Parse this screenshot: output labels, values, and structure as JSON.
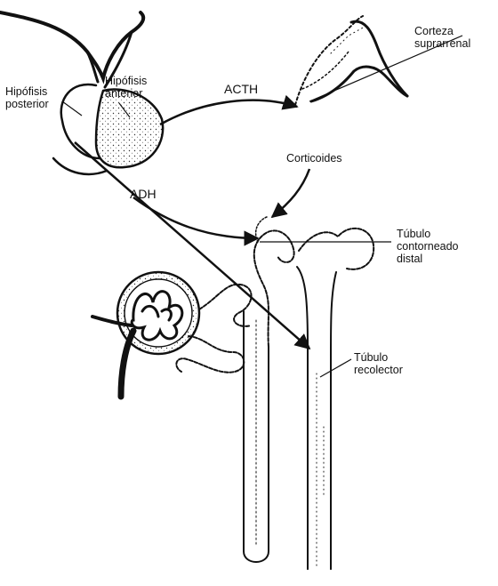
{
  "diagram": {
    "labels": {
      "hipofisis_posterior": [
        "Hipófisis",
        "posterior"
      ],
      "hipofisis_anterior": [
        "Hipófisis",
        "anterior"
      ],
      "acth": "ACTH",
      "corteza": [
        "Corteza",
        "suprarrenal"
      ],
      "corticoides": "Corticoides",
      "adh": "ADH",
      "tubulo_distal": [
        "Túbulo",
        "contorneado",
        "distal"
      ],
      "tubulo_colector": [
        "Túbulo",
        "recolector"
      ]
    },
    "colors": {
      "ink": "#111111",
      "paper": "#ffffff"
    }
  }
}
